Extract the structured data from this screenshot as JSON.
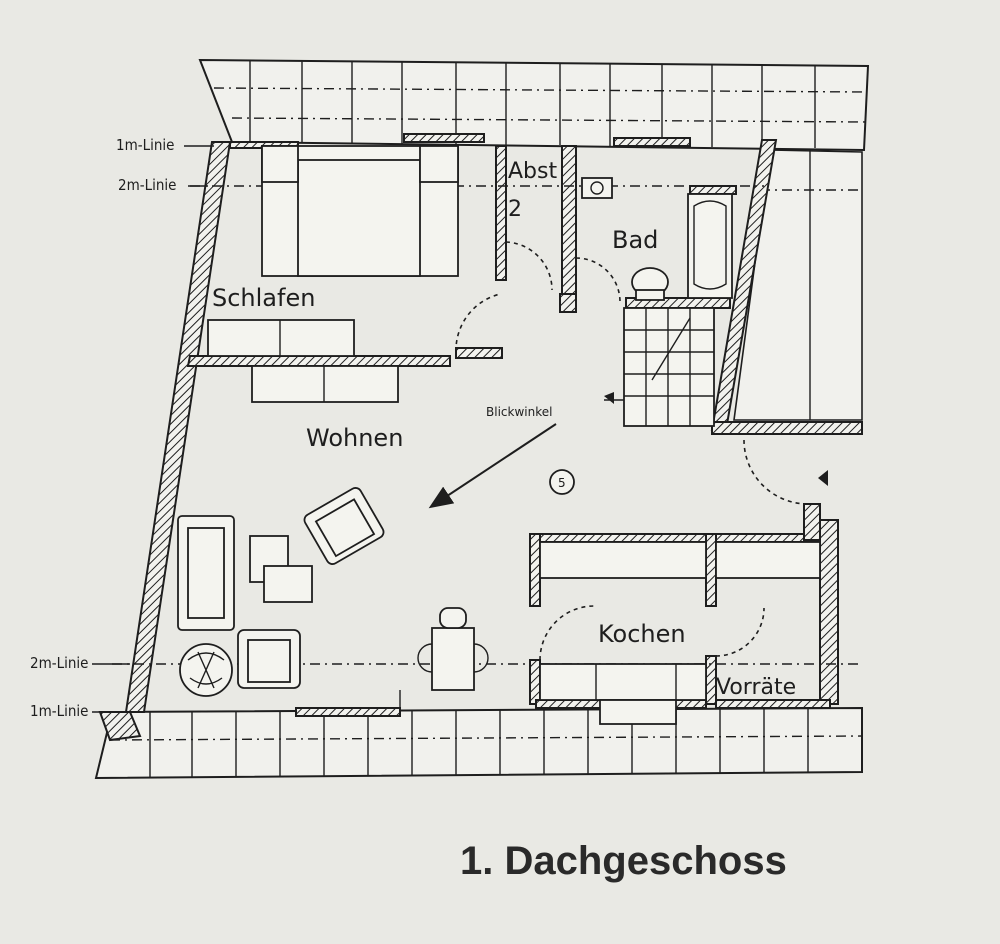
{
  "plan": {
    "title": "1. Dachgeschoss",
    "rooms": {
      "schlafen": "Schlafen",
      "abst": "Abst",
      "abst_num": "2",
      "bad": "Bad",
      "wohnen": "Wohnen",
      "kochen": "Kochen",
      "vorraete": "Vorräte"
    },
    "view_label": "Blickwinkel",
    "view_marker": "5",
    "lines": {
      "one_m": "1m-Linie",
      "two_m": "2m-Linie"
    }
  }
}
